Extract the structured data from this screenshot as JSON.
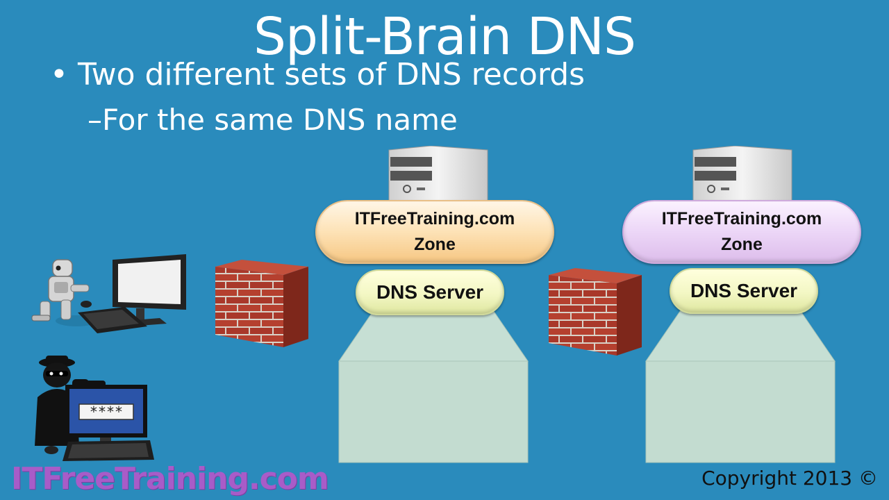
{
  "slide": {
    "title": "Split-Brain DNS",
    "bullet_marker": "•",
    "bullet_1": "Two different sets of DNS records",
    "sub_marker": "–",
    "bullet_2": "For the same DNS name"
  },
  "servers": [
    {
      "zone_line1": "ITFreeTraining.com",
      "zone_line2": "Zone",
      "role": "DNS Server"
    },
    {
      "zone_line1": "ITFreeTraining.com",
      "zone_line2": "Zone",
      "role": "DNS Server"
    }
  ],
  "hacker_screen_text": "****",
  "footer": {
    "logo": "ITFreeTraining.com",
    "copyright": "Copyright 2013 ©"
  },
  "colors": {
    "background": "#2a8bbc",
    "zone_left": "#fde2b6",
    "zone_right": "#ecd6f7",
    "dns_pill": "#f3f7c4",
    "pedestal": "#c6dfd4",
    "brick": "#b5402f",
    "logo": "#a85cc8"
  }
}
